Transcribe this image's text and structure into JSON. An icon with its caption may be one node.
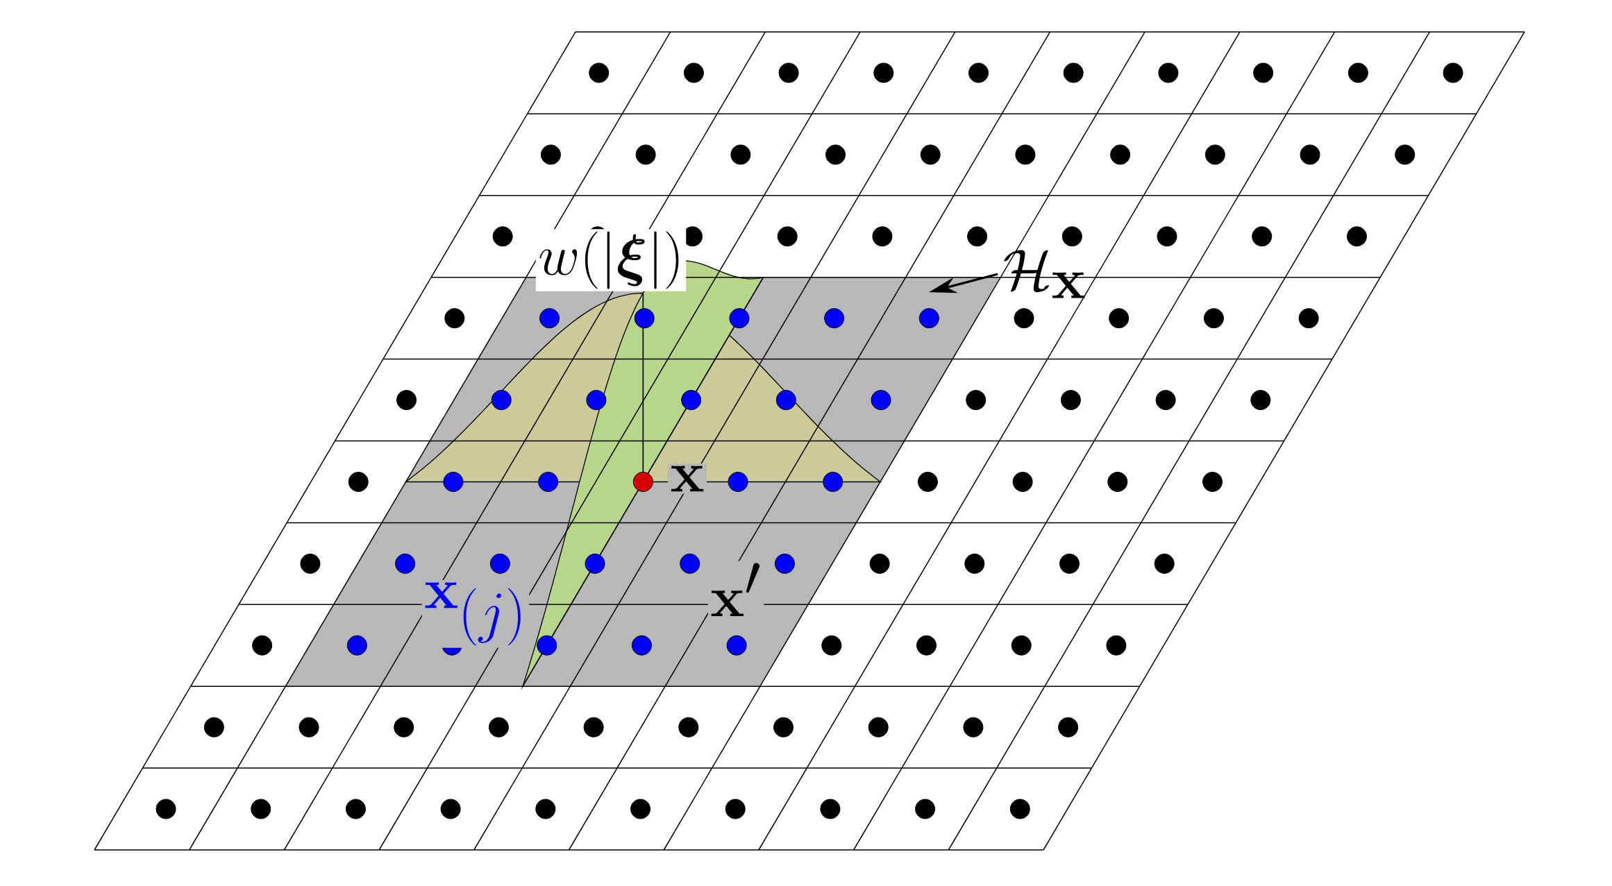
{
  "diagram": {
    "nodes": [
      {
        "text": [
          "\\mathcal{H}_{\\mathbf{x}}"
        ]
      },
      {
        "text": [],
        "shape": "parallelogram"
      }
    ],
    "edges": [
      {
        "from": 0,
        "to": 1,
        "arrow": "to"
      }
    ],
    "labels": [
      "w(|\\boldsymbol{\\xi}|)",
      "\\mathbf{x}",
      "\\mathbf{x}'",
      "\\mathbf{x}_{(j)}"
    ]
  }
}
